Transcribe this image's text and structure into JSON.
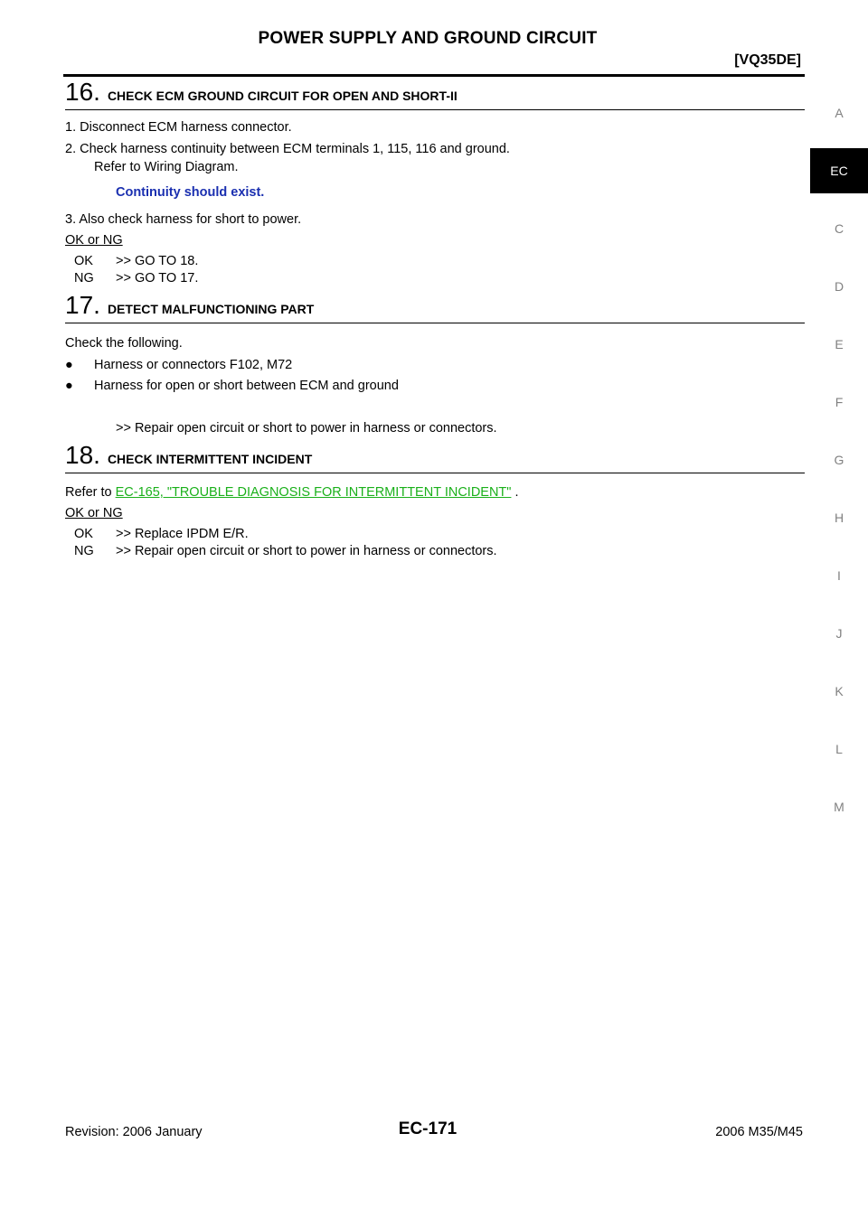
{
  "header": {
    "title": "POWER SUPPLY AND GROUND CIRCUIT",
    "engine": "[VQ35DE]"
  },
  "sidebar": {
    "tabs": [
      "A",
      "EC",
      "C",
      "D",
      "E",
      "F",
      "G",
      "H",
      "I",
      "J",
      "K",
      "L",
      "M"
    ],
    "active": "EC"
  },
  "step16": {
    "num": "16",
    "title": "CHECK ECM GROUND CIRCUIT FOR OPEN AND SHORT-II",
    "line1": "1.  Disconnect ECM harness connector.",
    "line2": "2.  Check harness continuity between ECM terminals 1, 115, 116 and ground.",
    "line2b": "Refer to Wiring Diagram.",
    "spec": "Continuity should exist.",
    "line3": "3.  Also check harness for short to power.",
    "okng": "OK or NG",
    "ok_key": "OK",
    "ok_val": ">> GO TO 18.",
    "ng_key": "NG",
    "ng_val": ">> GO TO 17."
  },
  "step17": {
    "num": "17",
    "title": "DETECT MALFUNCTIONING PART",
    "intro": "Check the following.",
    "bullet_char": "●",
    "bullet1": "Harness or connectors F102, M72",
    "bullet2": "Harness for open or short between ECM and ground",
    "action": ">> Repair open circuit or short to power in harness or connectors."
  },
  "step18": {
    "num": "18",
    "title": "CHECK INTERMITTENT INCIDENT",
    "refer_prefix": "Refer to ",
    "refer_link": "EC-165, \"TROUBLE DIAGNOSIS FOR INTERMITTENT INCIDENT\"",
    "refer_suffix": " .",
    "okng": "OK or NG",
    "ok_key": "OK",
    "ok_val": ">> Replace IPDM E/R.",
    "ng_key": "NG",
    "ng_val": ">> Repair open circuit or short to power in harness or connectors."
  },
  "footer": {
    "revision": "Revision: 2006 January",
    "page": "EC-171",
    "model": "2006 M35/M45"
  },
  "colors": {
    "spec_blue": "#1a2fb0",
    "link_green": "#1ab01a",
    "tab_gray": "#808080"
  }
}
